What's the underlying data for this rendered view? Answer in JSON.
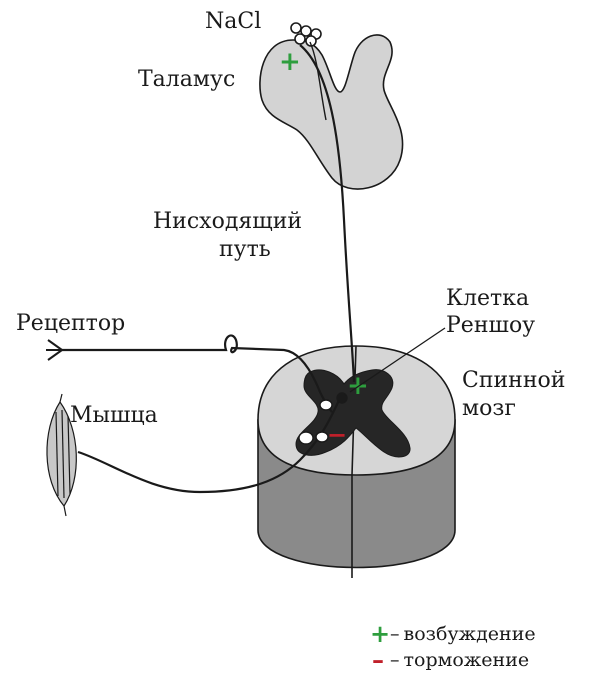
{
  "labels": {
    "nacl": "NaCl",
    "thalamus": "Таламус",
    "descending_line1": "Нисходящий",
    "descending_line2": "путь",
    "receptor": "Рецептор",
    "renshaw_line1": "Клетка",
    "renshaw_line2": "Реншоу",
    "spinal_line1": "Спинной",
    "spinal_line2": "мозг",
    "muscle": "Мышца"
  },
  "signs": {
    "plus": "+",
    "minus": "−"
  },
  "legend": [
    {
      "symbol": "+",
      "dash": "–",
      "text": "возбуждение",
      "color": "#2e9e3e"
    },
    {
      "symbol": "–",
      "dash": "–",
      "text": "торможение",
      "color": "#c0202a"
    }
  ],
  "colors": {
    "excitation": "#2e9e3e",
    "inhibition": "#c0202a",
    "white_matter_light": "#d6d6d6",
    "white_matter_dark": "#8a8a8a",
    "gray_matter": "#262626",
    "brain": "#d3d3d3"
  }
}
